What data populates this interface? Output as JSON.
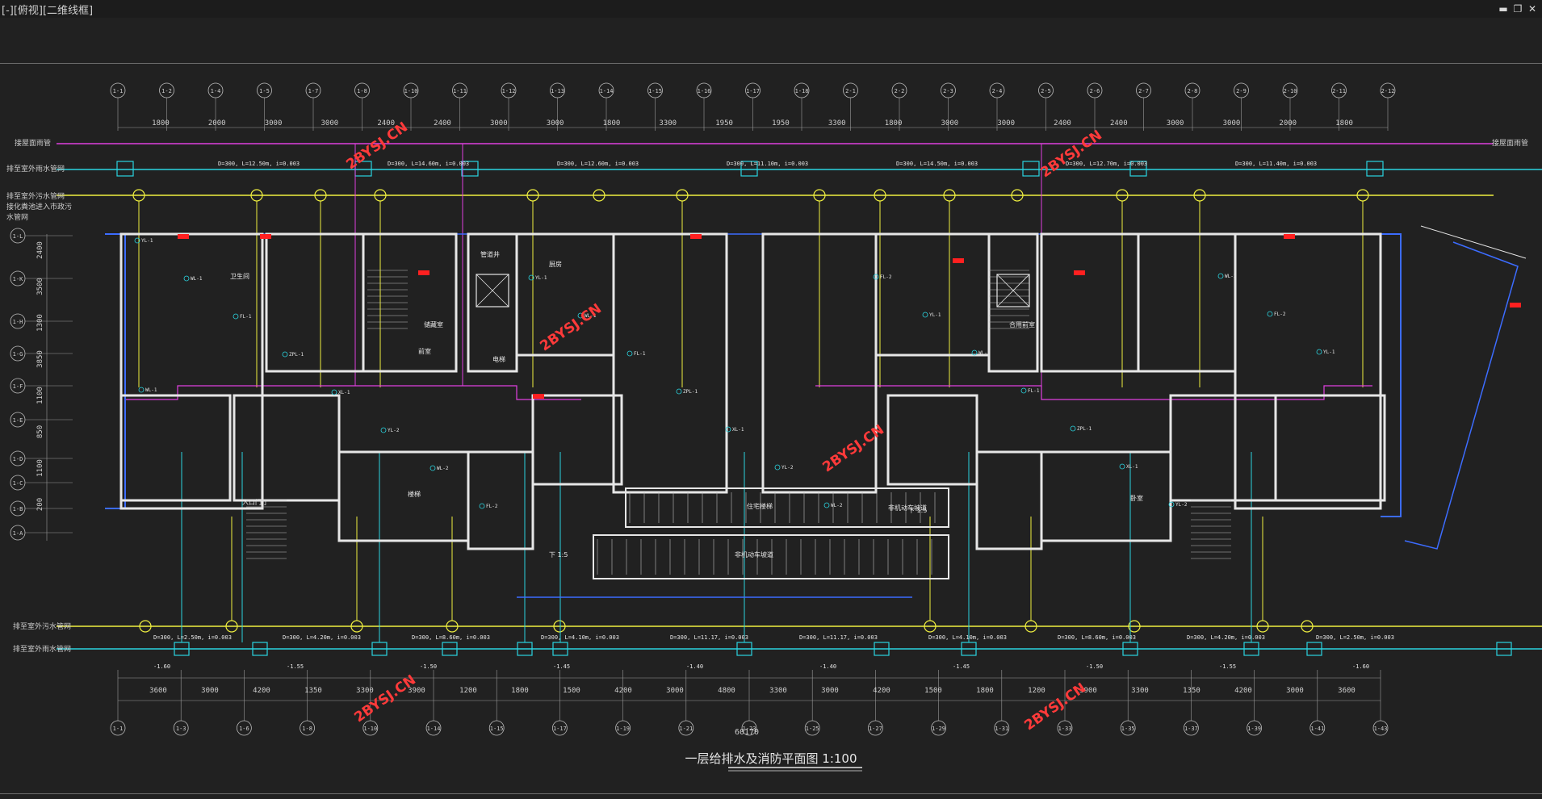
{
  "viewport": {
    "label": "[-][俯视][二维线框]",
    "controls": [
      "minimize-icon",
      "restore-icon",
      "close-icon"
    ]
  },
  "colors": {
    "background": "#212121",
    "magenta": "#e040e0",
    "cyan": "#2ad4e0",
    "yellow": "#f0f040",
    "white": "#e6e6e6",
    "blue": "#3c6cff",
    "red": "#ff2020",
    "watermark": "#ff3a3a"
  },
  "drawing": {
    "title": "一层给排水及消防平面图 1:100",
    "total_dimension": "60170",
    "top_axes": [
      "1-1",
      "1-2",
      "1-4",
      "1-5",
      "1-7",
      "1-8",
      "1-10",
      "1-11",
      "1-12",
      "1-13",
      "1-14",
      "1-15",
      "1-16",
      "1-17",
      "1-18",
      "2-1",
      "2-2",
      "2-3",
      "2-4",
      "2-5",
      "2-6",
      "2-7",
      "2-8",
      "2-9",
      "2-10",
      "2-11",
      "2-12"
    ],
    "bottom_axes": [
      "1-1",
      "1-3",
      "1-6",
      "1-8",
      "1-10",
      "1-14",
      "1-15",
      "1-17",
      "1-19",
      "1-21",
      "1-23",
      "1-25",
      "1-27",
      "1-29",
      "1-31",
      "1-33",
      "1-35",
      "1-37",
      "1-39",
      "1-41",
      "1-43"
    ],
    "top_dimensions": [
      "1800",
      "2000",
      "3000",
      "3000",
      "2400",
      "2400",
      "3000",
      "3000",
      "1800",
      "3300",
      "1950",
      "1950",
      "3300",
      "1800",
      "3000",
      "3000",
      "2400",
      "2400",
      "3000",
      "3000",
      "2000",
      "1800"
    ],
    "bottom_dimensions": [
      "3600",
      "3000",
      "4200",
      "1350",
      "3300",
      "3900",
      "1200",
      "1800",
      "1500",
      "4200",
      "3000",
      "4800",
      "3300",
      "3000",
      "4200",
      "1500",
      "1800",
      "1200",
      "3900",
      "3300",
      "1350",
      "4200",
      "3000",
      "3600"
    ],
    "left_axes": [
      "1-L",
      "1-K",
      "1-H",
      "1-G",
      "1-F",
      "1-E",
      "1-D",
      "1-C",
      "1-B",
      "1-A"
    ],
    "left_dimensions": [
      "2400",
      "3500",
      "1300",
      "3850",
      "1100",
      "850",
      "1100",
      "200"
    ],
    "pipe_labels": {
      "rain_left": "接屋面雨管",
      "drain_left": "排至室外雨水管网",
      "sewage_left_1": "排至室外污水管网",
      "sewage_left_2": "接化粪池进入市政污",
      "sewage_left_3": "水管网",
      "bottom_left_1": "排至室外污水管网",
      "bottom_left_2": "排至室外雨水管网",
      "rain_right": "接屋面雨管"
    },
    "room_labels": [
      "厨房",
      "卫生间",
      "管道井",
      "前室",
      "电梯",
      "楼梯",
      "入口门厅",
      "卧室",
      "储藏室",
      "合用前室",
      "住宅楼梯",
      "非机动车坡道",
      "非机动车坡道"
    ],
    "slope_labels": [
      "下 1:5",
      "下 1:5"
    ],
    "top_pipe_texts": [
      "D=300, L=12.50m, i=0.003",
      "D=300, L=14.60m, i=0.003",
      "D=300, L=12.60m, i=0.003",
      "D=300, L=11.10m, i=0.003",
      "D=300, L=14.50m, i=0.003",
      "D=300, L=12.70m, i=0.003",
      "D=300, L=11.40m, i=0.003"
    ],
    "bottom_pipe_texts": [
      "D=300, L=2.50m, i=0.003",
      "D=300, L=4.20m, i=0.003",
      "D=300, L=8.60m, i=0.003",
      "D=300, L=4.10m, i=0.003",
      "D=300, L=11.17, i=0.003",
      "D=300, L=11.17, i=0.003",
      "D=300, L=4.10m, i=0.003",
      "D=300, L=8.60m, i=0.003",
      "D=300, L=4.20m, i=0.003",
      "D=300, L=2.50m, i=0.003"
    ],
    "elevations": [
      "-1.60",
      "-1.55",
      "-1.50",
      "-1.45",
      "-1.40",
      "-1.40",
      "-1.45",
      "-1.50",
      "-1.55",
      "-1.60"
    ],
    "watermarks": [
      "2BYSJ.CN",
      "2BYSJ.CN",
      "2BYSJ.CN",
      "2BYSJ.CN",
      "2BYSJ.CN",
      "2BYSJ.CN"
    ]
  }
}
